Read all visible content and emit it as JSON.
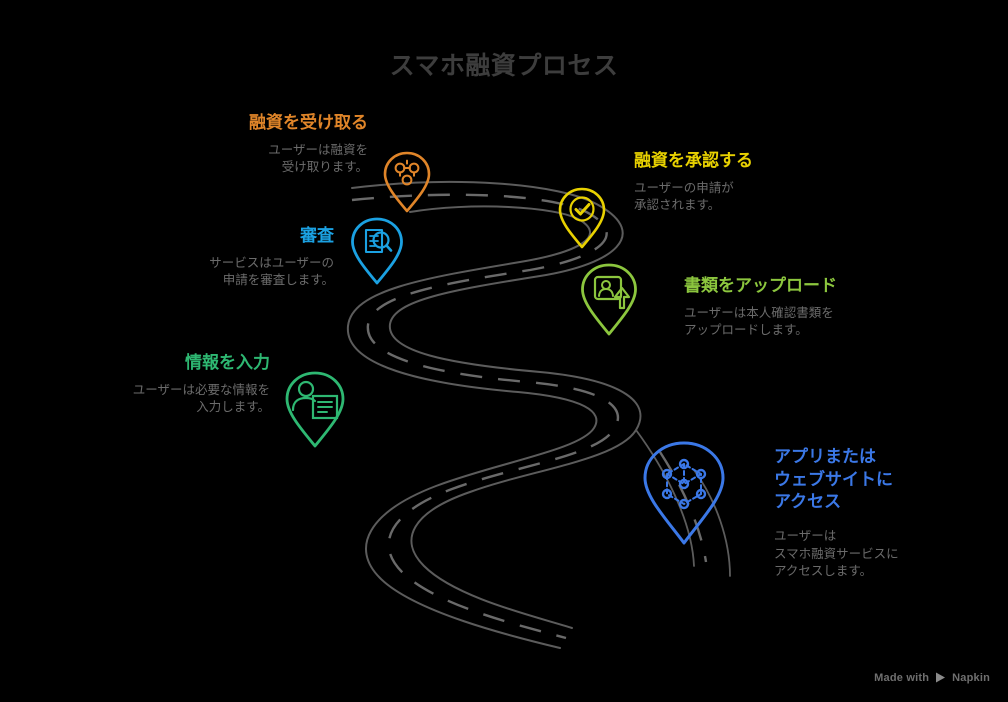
{
  "page": {
    "title": "スマホ融資プロセス",
    "background_color": "#000000",
    "title_color": "#3d3d3d",
    "description_color": "#6b6b6b",
    "road_color": "#5c5c5c"
  },
  "steps": [
    {
      "id": "receive-loan",
      "title": "融資を受け取る",
      "description": "ユーザーは融資を\n受け取ります。",
      "color": "#E08529",
      "icon": "money-coins-icon",
      "align": "right"
    },
    {
      "id": "approve-loan",
      "title": "融資を承認する",
      "description": "ユーザーの申請が\n承認されます。",
      "color": "#E8D100",
      "icon": "check-circle-icon",
      "align": "left"
    },
    {
      "id": "review",
      "title": "審査",
      "description": "サービスはユーザーの\n申請を審査します。",
      "color": "#1BA1E2",
      "icon": "document-magnifier-icon",
      "align": "right"
    },
    {
      "id": "upload-documents",
      "title": "書類をアップロード",
      "description": "ユーザーは本人確認書類を\nアップロードします。",
      "color": "#8CC63E",
      "icon": "id-card-upload-icon",
      "align": "left"
    },
    {
      "id": "enter-information",
      "title": "情報を入力",
      "description": "ユーザーは必要な情報を\n入力します。",
      "color": "#2EB872",
      "icon": "person-form-icon",
      "align": "right"
    },
    {
      "id": "access-service",
      "title": "アプリまたは\nウェブサイトに\nアクセス",
      "description": "ユーザーは\nスマホ融資サービスに\nアクセスします。",
      "color": "#3B78E7",
      "icon": "network-hub-icon",
      "align": "left"
    }
  ],
  "watermark": {
    "prefix": "Made with",
    "brand": "Napkin"
  }
}
